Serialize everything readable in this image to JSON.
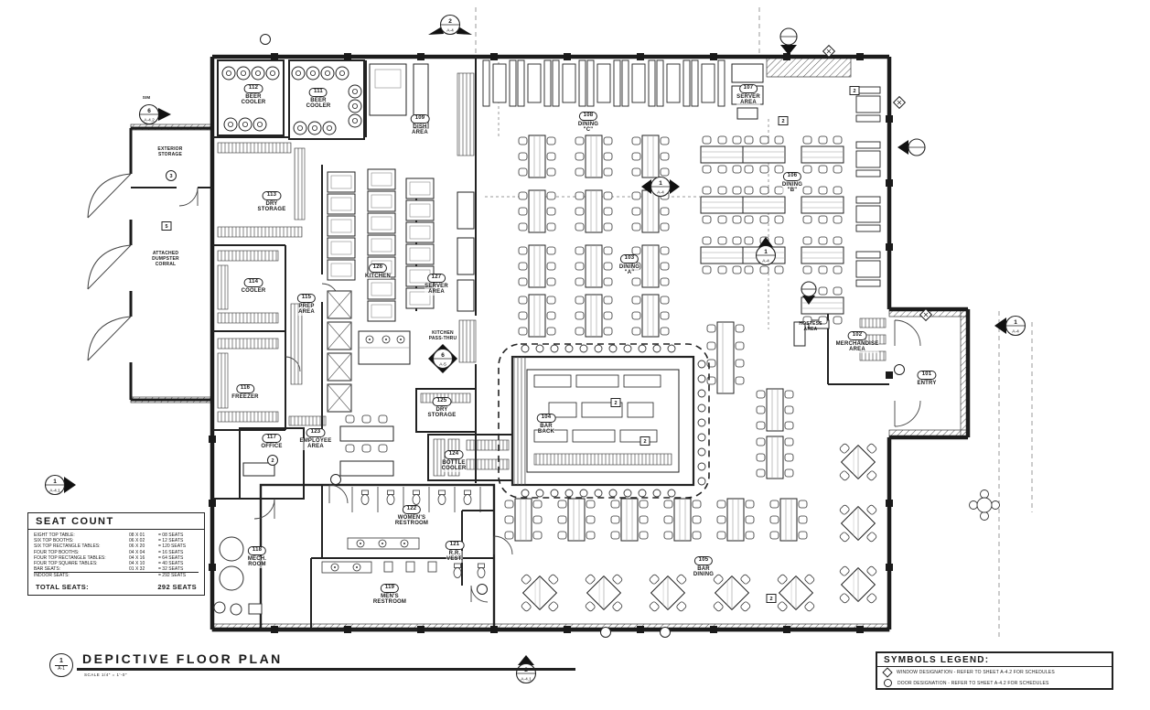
{
  "title_block": {
    "title": "DEPICTIVE FLOOR PLAN",
    "scale": "SCALE 1/4\" = 1'-0\"",
    "detail_number": "1",
    "sheet": "A-1"
  },
  "seat_count": {
    "title": "SEAT COUNT",
    "rows": [
      {
        "label": "EIGHT TOP TABLE:",
        "calc": "08 X 01",
        "seats": "= 08 SEATS"
      },
      {
        "label": "SIX TOP BOOTHS:",
        "calc": "06 X 02",
        "seats": "= 12 SEATS"
      },
      {
        "label": "SIX TOP RECTANGLE TABLES:",
        "calc": "06 X 20",
        "seats": "= 120 SEATS"
      },
      {
        "label": "FOUR TOP BOOTHS:",
        "calc": "04 X 04",
        "seats": "= 16 SEATS"
      },
      {
        "label": "FOUR TOP RECTANGLE TABLES:",
        "calc": "04 X 16",
        "seats": "= 64 SEATS"
      },
      {
        "label": "FOUR TOP SQUARE TABLES:",
        "calc": "04 X 10",
        "seats": "= 40 SEATS"
      },
      {
        "label": "BAR SEATS:",
        "calc": "01 X 32",
        "seats": "= 32 SEATS"
      },
      {
        "label": "INDOOR SEATS:",
        "calc": "",
        "seats": "= 292 SEATS"
      }
    ],
    "total_label": "TOTAL SEATS:",
    "total_value": "292 SEATS"
  },
  "symbols_legend": {
    "title": "SYMBOLS LEGEND:",
    "items": [
      {
        "icon": "window-designation-diamond",
        "text": "WINDOW DESIGNATION - REFER TO SHEET A-4.2 FOR SCHEDULES"
      },
      {
        "icon": "door-designation-circle",
        "text": "DOOR DESIGNATION - REFER TO SHEET A-4.2 FOR SCHEDULES"
      }
    ]
  },
  "rooms": [
    {
      "number": "112",
      "name": "BEER\nCOOLER"
    },
    {
      "number": "111",
      "name": "BEER\nCOOLER"
    },
    {
      "number": "109",
      "name": "DISH\nAREA"
    },
    {
      "number": "108",
      "name": "DINING\n\"C\""
    },
    {
      "number": "107",
      "name": "SERVER\nAREA"
    },
    {
      "number": "106",
      "name": "DINING\n\"B\""
    },
    {
      "number": "113",
      "name": "DRY\nSTORAGE"
    },
    {
      "number": "114",
      "name": "COOLER"
    },
    {
      "number": "126",
      "name": "KITCHEN"
    },
    {
      "number": "127",
      "name": "SERVER\nAREA"
    },
    {
      "number": "115",
      "name": "PREP\nAREA"
    },
    {
      "number": "103",
      "name": "DINING\n\"A\""
    },
    {
      "number": "116",
      "name": "FREEZER"
    },
    {
      "number": "125",
      "name": "DRY\nSTORAGE"
    },
    {
      "number": "104",
      "name": "BAR\nBACK"
    },
    {
      "number": "123",
      "name": "EMPLOYEE\nAREA"
    },
    {
      "number": "117",
      "name": "OFFICE"
    },
    {
      "number": "124",
      "name": "BOTTLE\nCOOLER"
    },
    {
      "number": "122",
      "name": "WOMEN'S\nRESTROOM"
    },
    {
      "number": "121",
      "name": "R.R.\nVEST."
    },
    {
      "number": "118",
      "name": "MECH.\nROOM"
    },
    {
      "number": "119",
      "name": "MEN'S\nRESTROOM"
    },
    {
      "number": "105",
      "name": "BAR\nDINING"
    },
    {
      "number": "102",
      "name": "MERCHANDISE\nAREA"
    },
    {
      "number": "101",
      "name": "ENTRY"
    }
  ],
  "annotations": {
    "exterior_storage": "EXTERIOR\nSTORAGE",
    "dumpster": "ATTACHED\nDUMPSTER\nCORRAL",
    "hostess": "HOSTESS\nAREA",
    "pass_thru": "KITCHEN\nPASS-THRU",
    "sim": "SIM"
  },
  "markers": [
    {
      "num": "2",
      "sheet": "A-4"
    },
    {
      "num": "6",
      "sheet": "A-4.2"
    },
    {
      "num": "6",
      "sheet": "A-5"
    },
    {
      "num": "1",
      "sheet": "A-4"
    },
    {
      "num": "1",
      "sheet": "A-4"
    },
    {
      "num": "1",
      "sheet": "A-4"
    },
    {
      "num": "1",
      "sheet": "A-4.1"
    },
    {
      "num": "2",
      "sheet": "A-4.1"
    },
    {
      "num": "",
      "sheet": ""
    },
    {
      "num": "",
      "sheet": ""
    },
    {
      "num": "",
      "sheet": ""
    }
  ],
  "keynotes": {
    "squares": [
      {
        "label": "2"
      },
      {
        "label": "2"
      },
      {
        "label": "2"
      },
      {
        "label": "2"
      },
      {
        "label": "5"
      },
      {
        "label": "2"
      }
    ],
    "circles": [
      {
        "label": "3"
      },
      {
        "label": "2"
      }
    ]
  }
}
